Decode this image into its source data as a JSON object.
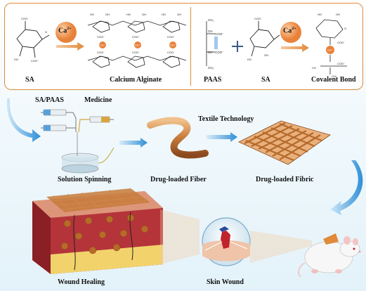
{
  "labels": {
    "sa_left": "SA",
    "calcium_alginate": "Calcium Alginate",
    "paas": "PAAS",
    "sa_right": "SA",
    "covalent_bond": "Covalent Bond",
    "ca_left": "Ca",
    "ca_right": "Ca",
    "ca_sup": "2+",
    "sa_paas": "SA/PAAS",
    "medicine": "Medicine",
    "textile_technology": "Textile Technology",
    "solution_spinning": "Solution Spinning",
    "drug_loaded_fiber": "Drug-loaded Fiber",
    "drug_loaded_fibric": "Drug-loaded Fibric",
    "wound_healing": "Wound Healing",
    "skin_wound": "Skin Wound"
  },
  "colors": {
    "orange_border": "#e08a3a",
    "ca_ball": "#e8823a",
    "arrow_blue": "#2f8fd6",
    "fiber_copper": "#c77a3a",
    "tissue_red": "#b5343a",
    "fat_yellow": "#f2d36b"
  }
}
